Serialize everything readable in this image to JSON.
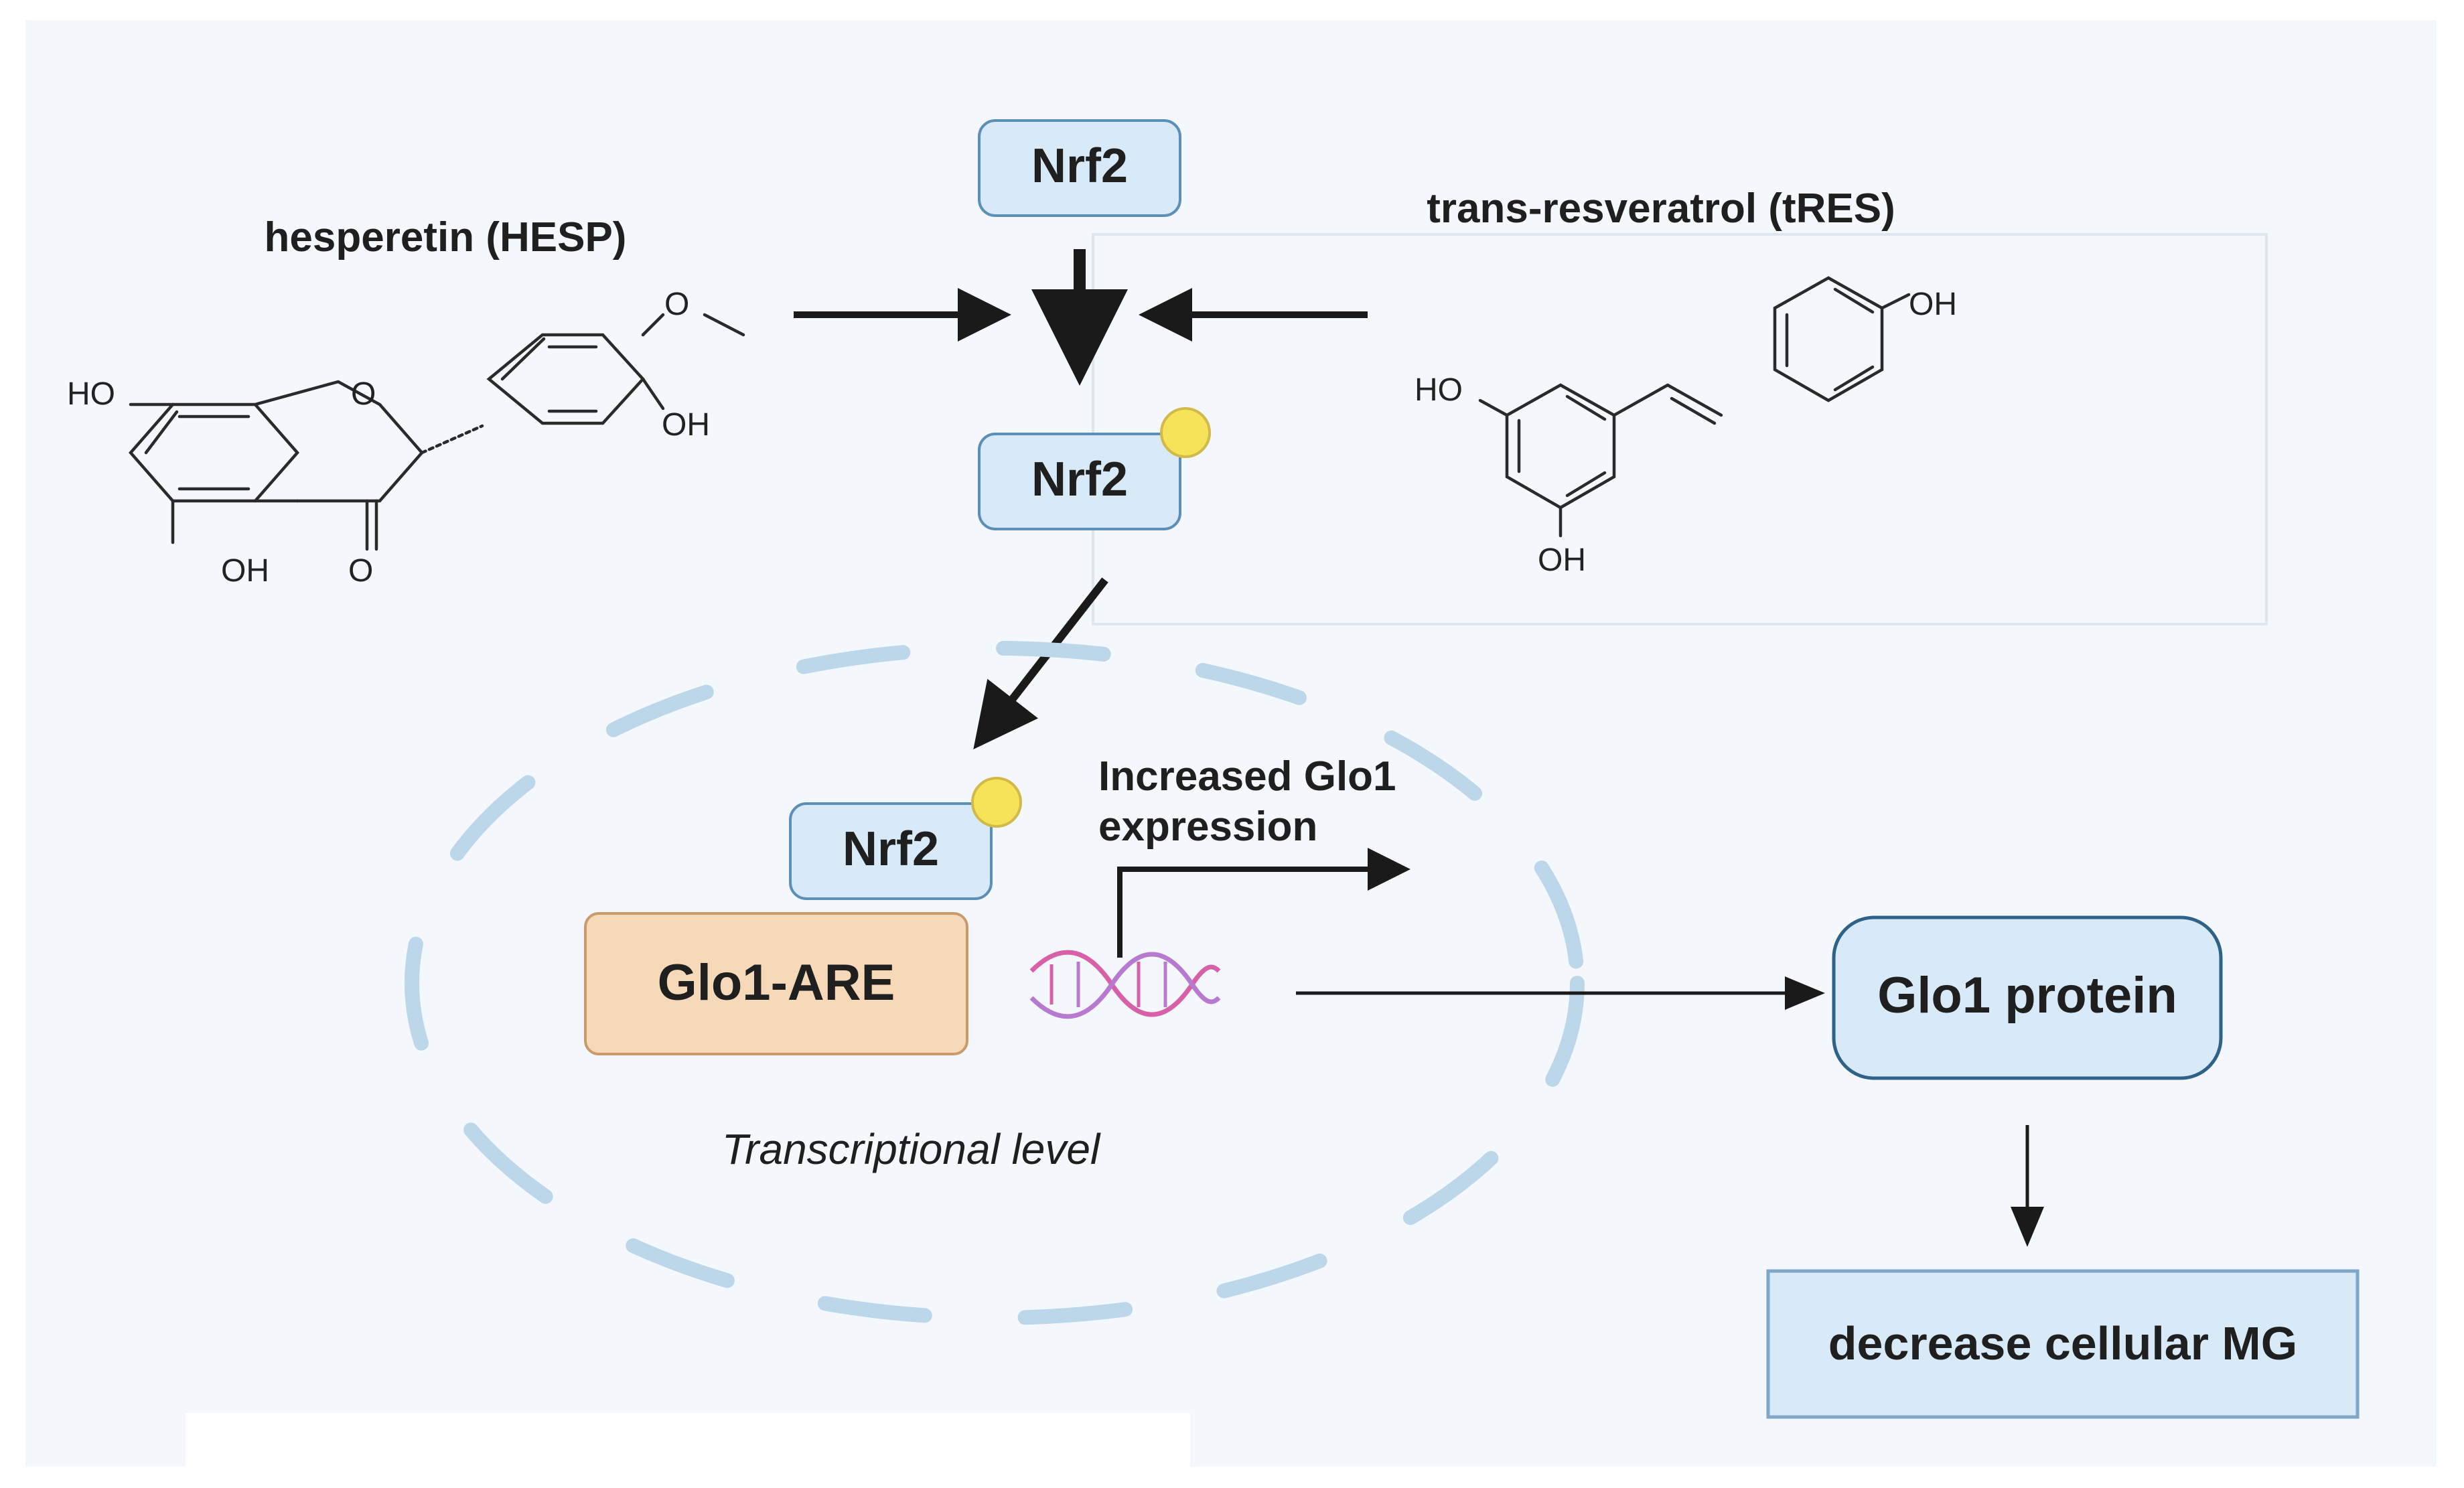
{
  "compounds": {
    "hesp": {
      "name": "hesperetin (HESP)",
      "substituents": {
        "oh7": "HO",
        "oh5": "OH",
        "carbonyl": "O",
        "ring_o": "O",
        "oh3p": "OH",
        "methoxy_o": "O"
      }
    },
    "tres": {
      "name": "trans-resveratrol (tRES)",
      "substituents": {
        "oh3": "HO",
        "oh5": "OH",
        "oh4p": "OH"
      }
    }
  },
  "nodes": {
    "nrf2_inactive": "Nrf2",
    "nrf2_phospho": "Nrf2",
    "nrf2_nuclear": "Nrf2",
    "glo1_are": "Glo1-ARE",
    "glo1_protein": "Glo1 protein",
    "decrease_mg": "decrease cellular MG"
  },
  "labels": {
    "increased_expression_line1": "Increased Glo1",
    "increased_expression_line2": "expression",
    "transcriptional_level": "Transcriptional level"
  },
  "colors": {
    "background": "#f4f8fc",
    "node_fill": "#d8eaf8",
    "node_stroke": "#5b8fb8",
    "are_fill": "#f5d9b8",
    "are_stroke": "#c99a6c",
    "phosphate": "#f7e35a",
    "nucleus_dash": "#bcd6ea",
    "dna_pink": "#d760a8",
    "dna_purple": "#b87ad0"
  }
}
